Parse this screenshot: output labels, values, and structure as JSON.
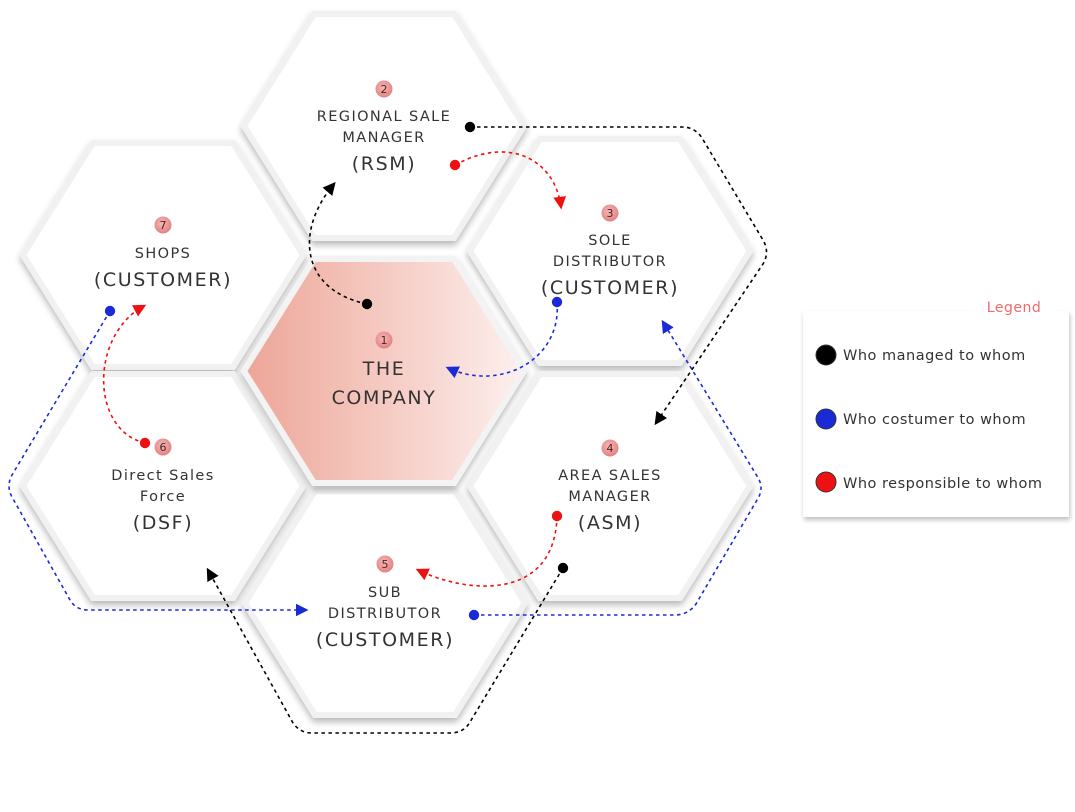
{
  "nodes": [
    {
      "id": "company",
      "number": "1",
      "lines": [
        "THE",
        "COMPANY"
      ],
      "big": []
    },
    {
      "id": "rsm",
      "number": "2",
      "lines": [
        "REGIONAL SALE",
        "MANAGER"
      ],
      "big": [
        "(RSM)"
      ]
    },
    {
      "id": "sole-distributor",
      "number": "3",
      "lines": [
        "SOLE",
        "DISTRIBUTOR"
      ],
      "big": [
        "(CUSTOMER)"
      ]
    },
    {
      "id": "asm",
      "number": "4",
      "lines": [
        "AREA SALES",
        "MANAGER"
      ],
      "big": [
        "(ASM)"
      ]
    },
    {
      "id": "sub-distributor",
      "number": "5",
      "lines": [
        "SUB",
        "DISTRIBUTOR"
      ],
      "big": [
        "(CUSTOMER)"
      ]
    },
    {
      "id": "dsf",
      "number": "6",
      "lines": [
        "Direct Sales",
        "Force"
      ],
      "big": [
        "(DSF)"
      ]
    },
    {
      "id": "shops",
      "number": "7",
      "lines": [
        "SHOPS"
      ],
      "big": [
        "(CUSTOMER)"
      ]
    }
  ],
  "legend": {
    "title": "Legend",
    "items": [
      {
        "color": "#000000",
        "label": "Who managed to whom"
      },
      {
        "color": "#1a2bd6",
        "label": "Who costumer to whom"
      },
      {
        "color": "#ee1111",
        "label": "Who responsible to whom"
      }
    ]
  },
  "relations": [
    {
      "from": "company",
      "to": "rsm",
      "type": "managed",
      "color": "#000000"
    },
    {
      "from": "rsm",
      "to": "asm",
      "type": "managed",
      "color": "#000000"
    },
    {
      "from": "asm",
      "to": "dsf",
      "type": "managed",
      "color": "#000000"
    },
    {
      "from": "rsm",
      "to": "sole-distributor",
      "type": "responsible",
      "color": "#ee1111"
    },
    {
      "from": "asm",
      "to": "sub-distributor",
      "type": "responsible",
      "color": "#ee1111"
    },
    {
      "from": "dsf",
      "to": "shops",
      "type": "responsible",
      "color": "#ee1111"
    },
    {
      "from": "sole-distributor",
      "to": "company",
      "type": "customer",
      "color": "#1a2bd6"
    },
    {
      "from": "sub-distributor",
      "to": "sole-distributor",
      "type": "customer",
      "color": "#1a2bd6"
    },
    {
      "from": "shops",
      "to": "sub-distributor",
      "type": "customer",
      "color": "#1a2bd6"
    }
  ]
}
